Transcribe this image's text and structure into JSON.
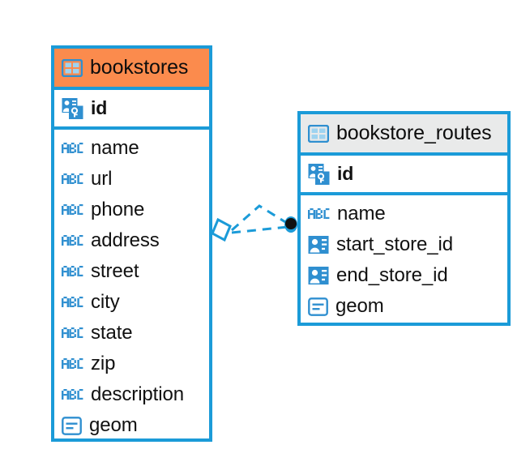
{
  "diagram": {
    "type": "entity-relationship-diagram",
    "background": "#ffffff",
    "accent_blue": "#1b9bd8",
    "header_orange": "#fb8b4d",
    "header_grey": "#e9eaea",
    "text_color": "#111111"
  },
  "entities": [
    {
      "name": "bookstores",
      "header_style": "accent-orange",
      "table_icon": "table-icon",
      "primary_keys": [
        {
          "label": "id",
          "icon": "primary-key-icon"
        }
      ],
      "columns": [
        {
          "label": "name",
          "icon": "abc-text-icon"
        },
        {
          "label": "url",
          "icon": "abc-text-icon"
        },
        {
          "label": "phone",
          "icon": "abc-text-icon"
        },
        {
          "label": "address",
          "icon": "abc-text-icon"
        },
        {
          "label": "street",
          "icon": "abc-text-icon"
        },
        {
          "label": "city",
          "icon": "abc-text-icon"
        },
        {
          "label": "state",
          "icon": "abc-text-icon"
        },
        {
          "label": "zip",
          "icon": "abc-text-icon"
        },
        {
          "label": "description",
          "icon": "abc-text-icon"
        },
        {
          "label": "geom",
          "icon": "geometry-icon"
        }
      ]
    },
    {
      "name": "bookstore_routes",
      "header_style": "accent-grey",
      "table_icon": "table-icon",
      "primary_keys": [
        {
          "label": "id",
          "icon": "primary-key-icon"
        }
      ],
      "columns": [
        {
          "label": "name",
          "icon": "abc-text-icon"
        },
        {
          "label": "start_store_id",
          "icon": "foreign-key-icon"
        },
        {
          "label": "end_store_id",
          "icon": "foreign-key-icon"
        },
        {
          "label": "geom",
          "icon": "geometry-icon"
        }
      ]
    }
  ],
  "relationship": {
    "from_entity": "bookstores",
    "to_entity": "bookstore_routes",
    "line_style": "dashed",
    "line_color": "#1b9bd8",
    "source_marker": "diamond-marker",
    "target_marker": "filled-circle-marker",
    "cardinality": "one-to-many"
  }
}
